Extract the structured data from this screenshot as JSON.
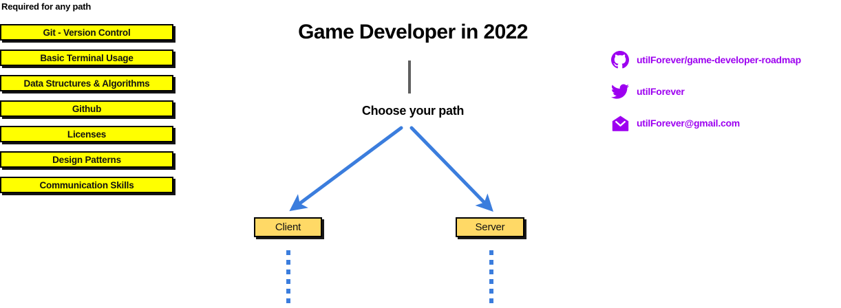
{
  "page": {
    "background": "#ffffff",
    "accent_yellow": "#ffff00",
    "accent_amber": "#ffd966",
    "accent_blue": "#3b7ddd",
    "accent_purple": "#9d00f0",
    "trunk_gray": "#5f5f5f"
  },
  "required_section": {
    "heading": "Required for any path",
    "items": [
      {
        "label": "Git - Version Control"
      },
      {
        "label": "Basic Terminal Usage"
      },
      {
        "label": "Data Structures & Algorithms"
      },
      {
        "label": "Github"
      },
      {
        "label": "Licenses"
      },
      {
        "label": "Design Patterns"
      },
      {
        "label": "Communication Skills"
      }
    ]
  },
  "roadmap": {
    "title": "Game Developer in 2022",
    "choose_label": "Choose your path",
    "branches": [
      {
        "label": "Client"
      },
      {
        "label": "Server"
      }
    ]
  },
  "links": [
    {
      "icon": "github-icon",
      "text": "utilForever/game-developer-roadmap"
    },
    {
      "icon": "twitter-icon",
      "text": "utilForever"
    },
    {
      "icon": "email-icon",
      "text": "utilForever@gmail.com"
    }
  ]
}
